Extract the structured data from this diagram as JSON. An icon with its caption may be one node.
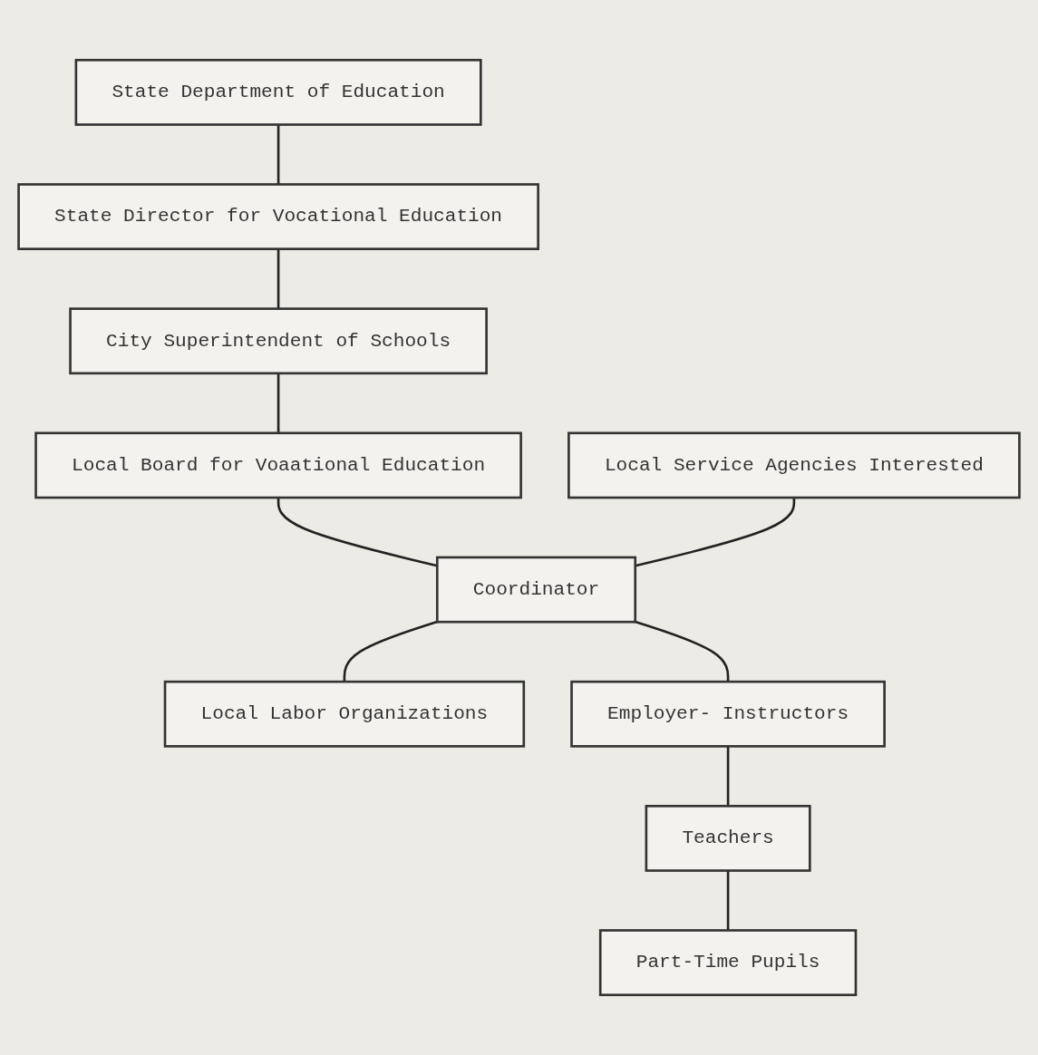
{
  "diagram": {
    "nodes": [
      {
        "text": [
          "State Department of Education"
        ]
      },
      {
        "text": [
          "State Director for Vocational Education"
        ]
      },
      {
        "text": [
          "City Superintendent of Schools"
        ]
      },
      {
        "text": [
          "Local Board for Voaational Education"
        ]
      },
      {
        "text": [
          "Local Service Agencies Interested"
        ]
      },
      {
        "text": [
          "Coordinator"
        ]
      },
      {
        "text": [
          "Local Labor Organizations"
        ]
      },
      {
        "text": [
          "Employer- Instructors"
        ]
      },
      {
        "text": [
          "Teachers"
        ]
      },
      {
        "text": [
          "Part-Time Pupils"
        ]
      }
    ],
    "edges": [
      {
        "from": 0,
        "to": 1,
        "arrow": "none"
      },
      {
        "from": 1,
        "to": 2,
        "arrow": "none"
      },
      {
        "from": 2,
        "to": 3,
        "arrow": "none"
      },
      {
        "from": 3,
        "to": 5,
        "arrow": "none"
      },
      {
        "from": 4,
        "to": 5,
        "arrow": "none"
      },
      {
        "from": 5,
        "to": 6,
        "arrow": "none"
      },
      {
        "from": 5,
        "to": 7,
        "arrow": "none"
      },
      {
        "from": 7,
        "to": 8,
        "arrow": "none"
      },
      {
        "from": 8,
        "to": 9,
        "arrow": "none"
      }
    ]
  }
}
